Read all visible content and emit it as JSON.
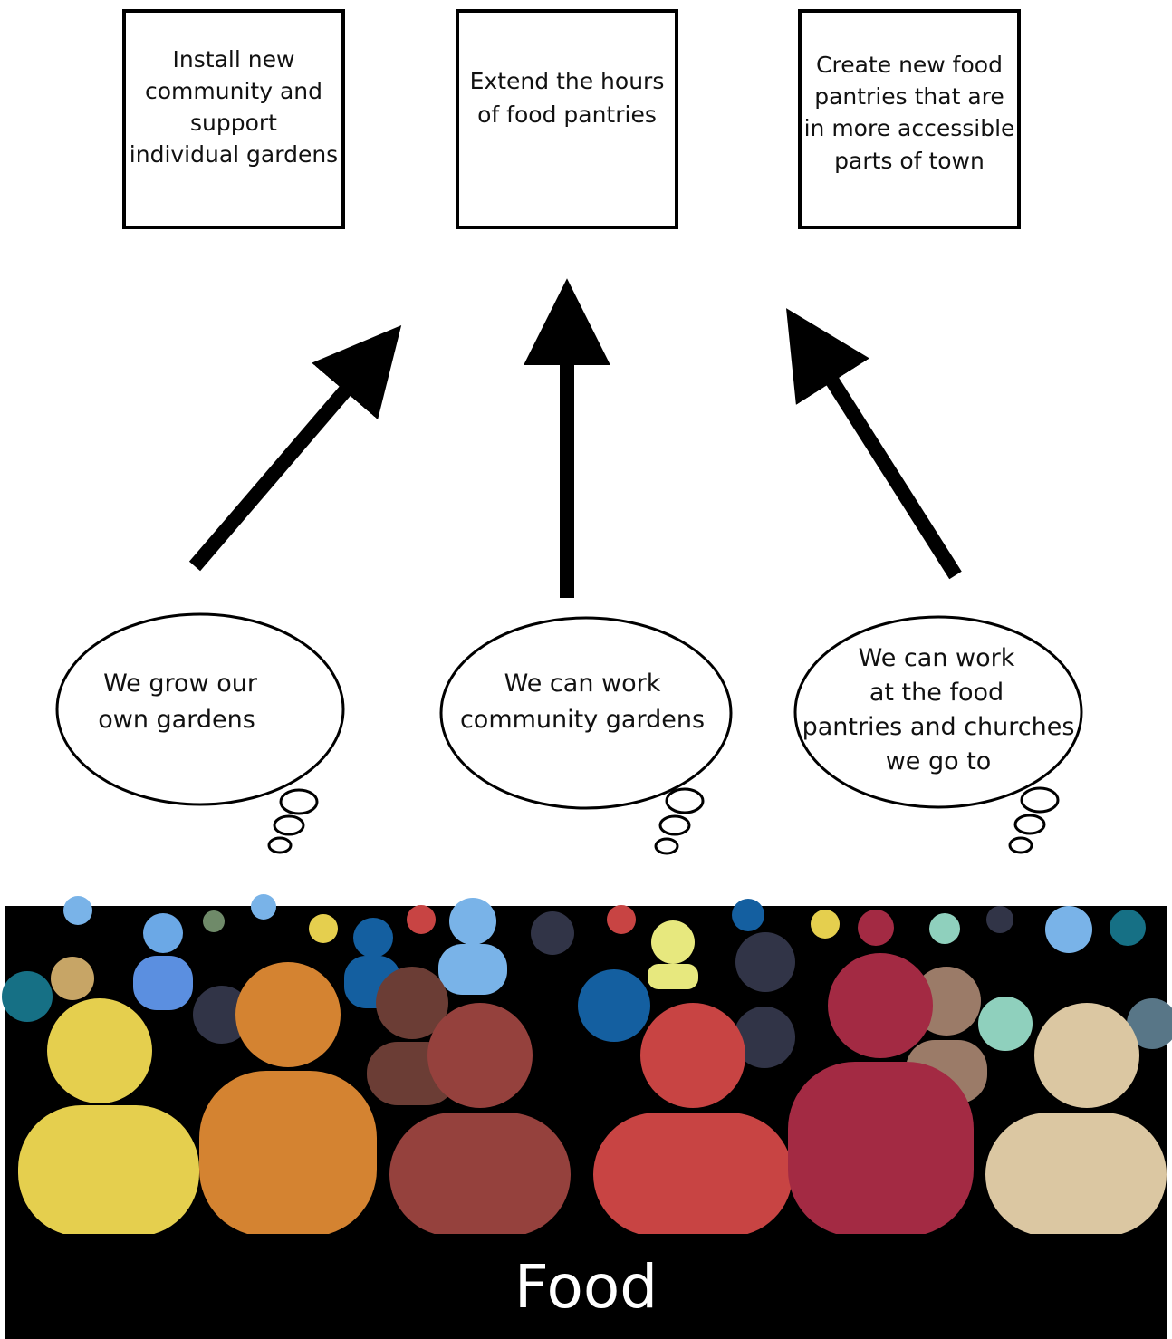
{
  "boxes": [
    {
      "lines": [
        "Install new",
        "community and",
        "support",
        "individual gardens"
      ]
    },
    {
      "lines": [
        "Extend the hours",
        "of food pantries"
      ]
    },
    {
      "lines": [
        "Create new food",
        "pantries that are",
        "in more accessible",
        "parts of town"
      ]
    }
  ],
  "thoughts": [
    {
      "lines": [
        "We grow our",
        "own gardens"
      ]
    },
    {
      "lines": [
        "We can work",
        "community gardens"
      ]
    },
    {
      "lines": [
        "We can work",
        "at the food",
        "pantries and churches",
        "we go to"
      ]
    }
  ],
  "footer": {
    "label": "Food"
  },
  "colors": {
    "background": "#ffffff",
    "ink": "#000000",
    "footer_bar": "#000000",
    "person_yellow": "#e5cf4e",
    "person_orange": "#d48331",
    "person_brick": "#95413d",
    "person_red": "#c84443",
    "person_crimson": "#a32a43",
    "person_tan": "#dbc7a2",
    "person_light_blue": "#79b3e8",
    "person_blue": "#145fa0",
    "person_navy": "#313447",
    "person_brown": "#6b3d35",
    "person_teal": "#167085",
    "person_mint": "#8fd0bd",
    "person_pale_yellow": "#e7e87e",
    "person_sand": "#c7a566",
    "person_taupe": "#9b7b68"
  }
}
